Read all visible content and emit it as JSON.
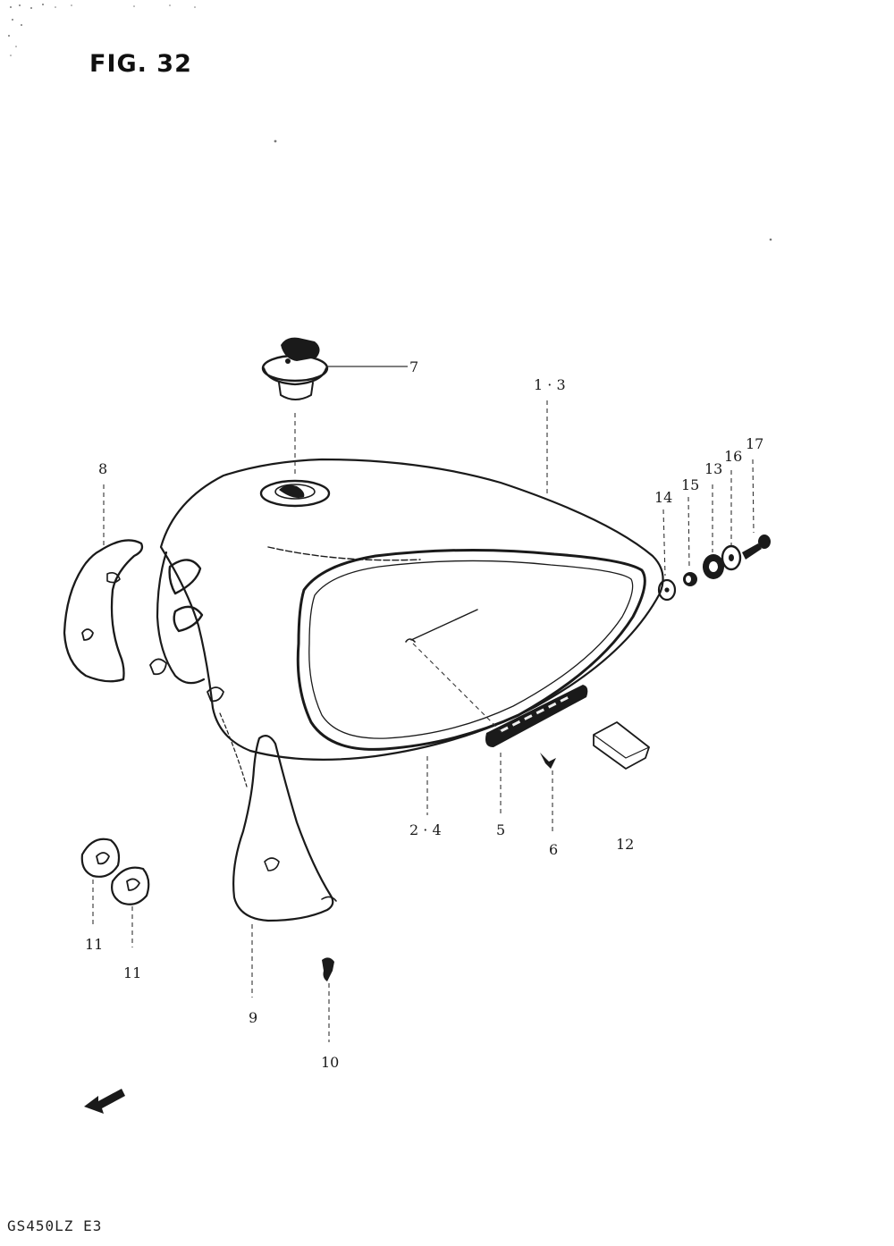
{
  "figure": {
    "title": "FIG. 32",
    "model_code": "GS450LZ E3"
  },
  "callouts": [
    {
      "id": "c7",
      "label": "7"
    },
    {
      "id": "c13a",
      "label": "1 · 3"
    },
    {
      "id": "c8",
      "label": "8"
    },
    {
      "id": "c14",
      "label": "14"
    },
    {
      "id": "c15",
      "label": "15"
    },
    {
      "id": "c13",
      "label": "13"
    },
    {
      "id": "c16",
      "label": "16"
    },
    {
      "id": "c17",
      "label": "17"
    },
    {
      "id": "c24",
      "label": "2 · 4"
    },
    {
      "id": "c5",
      "label": "5"
    },
    {
      "id": "c6",
      "label": "6"
    },
    {
      "id": "c12",
      "label": "12"
    },
    {
      "id": "c11a",
      "label": "11"
    },
    {
      "id": "c11b",
      "label": "11"
    },
    {
      "id": "c9",
      "label": "9"
    },
    {
      "id": "c10",
      "label": "10"
    }
  ]
}
